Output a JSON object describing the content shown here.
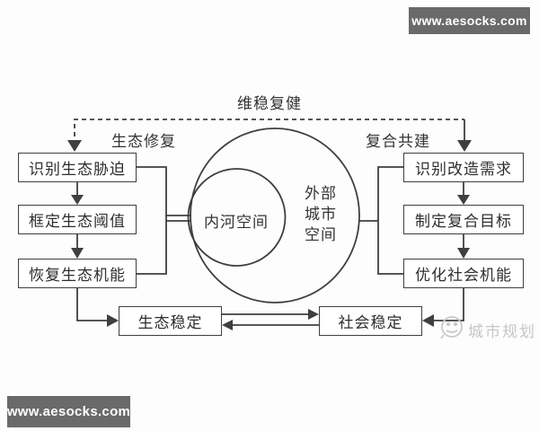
{
  "site_banner_top": {
    "url": "www.aesocks.com"
  },
  "site_banner_bottom": {
    "url": "www.aesocks.com"
  },
  "diagram": {
    "feedback_label": "维稳复健",
    "left_branch": {
      "label": "生态修复",
      "steps": [
        "识别生态胁迫",
        "框定生态阈值",
        "恢复生态机能"
      ],
      "outcome": "生态稳定"
    },
    "right_branch": {
      "label": "复合共建",
      "steps": [
        "识别改造需求",
        "制定复合目标",
        "优化社会机能"
      ],
      "outcome": "社会稳定"
    },
    "inner_circle": {
      "label": "内河空间"
    },
    "outer_circle": {
      "label": "外部城市空间",
      "lines": [
        "外部",
        "城市",
        "空间"
      ]
    },
    "watermark": {
      "icon": "wechat-logo",
      "text": "城市规划"
    },
    "colors": {
      "line": "#3f3f3f",
      "banner_bg": "#6a6a6a",
      "banner_text": "#ffffff",
      "box_bg": "#ffffff",
      "watermark": "#c6c6c6",
      "background": "#fdfdfd"
    }
  }
}
